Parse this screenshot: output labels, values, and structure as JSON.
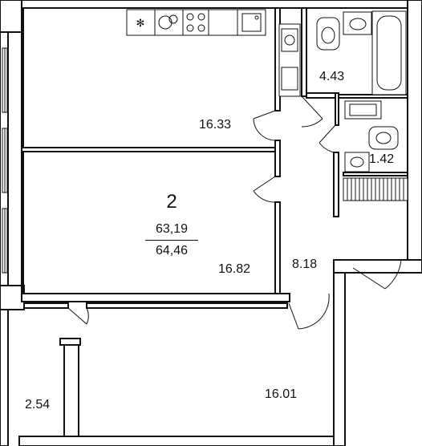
{
  "apartment": {
    "rooms_count": "2",
    "living_area": "63,19",
    "total_area": "64,46"
  },
  "rooms": [
    {
      "id": "kitchen",
      "area": "16.33"
    },
    {
      "id": "bedroom",
      "area": "16.82"
    },
    {
      "id": "hall",
      "area": "8.18"
    },
    {
      "id": "bathroom",
      "area": "4.43"
    },
    {
      "id": "wc",
      "area": "1.42"
    },
    {
      "id": "living-room",
      "area": "16.01"
    },
    {
      "id": "balcony",
      "area": "2.54"
    }
  ],
  "colors": {
    "lines": "#111111",
    "background": "#ffffff"
  }
}
